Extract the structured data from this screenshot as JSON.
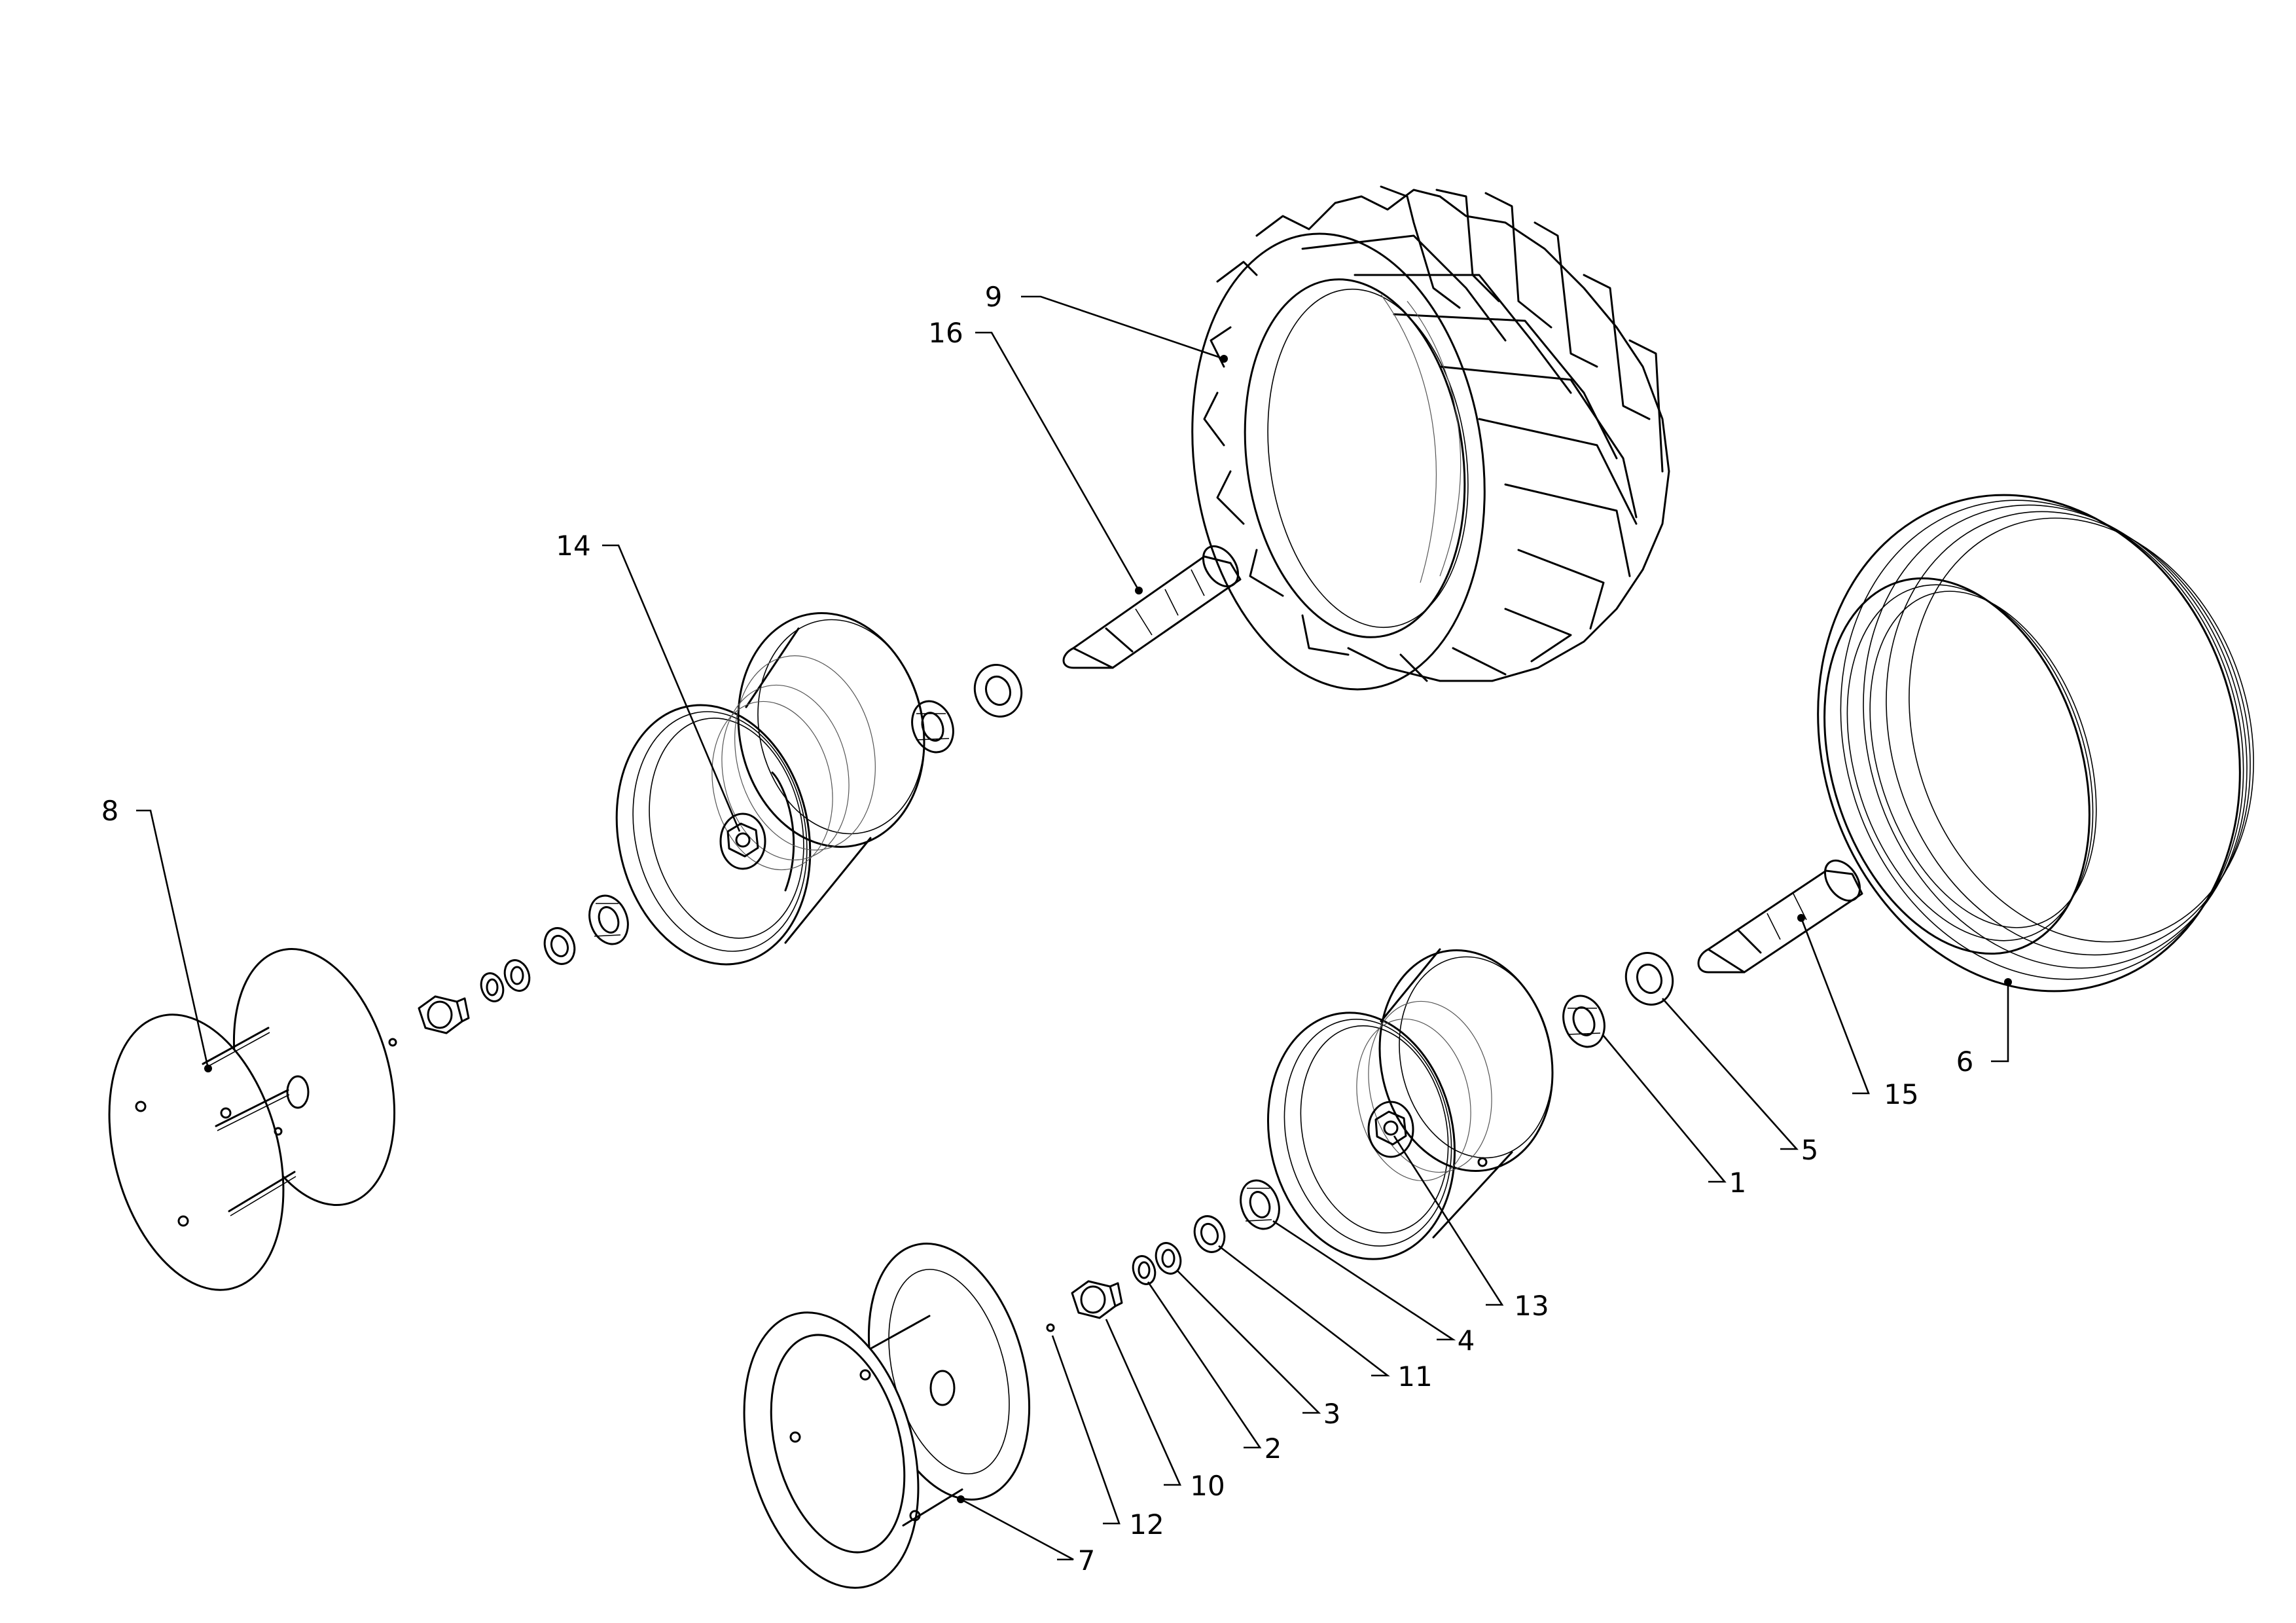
{
  "diagram": {
    "type": "exploded-parts",
    "callouts": [
      {
        "id": "c1",
        "label": "1"
      },
      {
        "id": "c2",
        "label": "2"
      },
      {
        "id": "c3",
        "label": "3"
      },
      {
        "id": "c4",
        "label": "4"
      },
      {
        "id": "c5",
        "label": "5"
      },
      {
        "id": "c6",
        "label": "6"
      },
      {
        "id": "c7",
        "label": "7"
      },
      {
        "id": "c8",
        "label": "8"
      },
      {
        "id": "c9",
        "label": "9"
      },
      {
        "id": "c10",
        "label": "10"
      },
      {
        "id": "c11",
        "label": "11"
      },
      {
        "id": "c12",
        "label": "12"
      },
      {
        "id": "c13",
        "label": "13"
      },
      {
        "id": "c14",
        "label": "14"
      },
      {
        "id": "c15",
        "label": "15"
      },
      {
        "id": "c16",
        "label": "16"
      }
    ]
  }
}
